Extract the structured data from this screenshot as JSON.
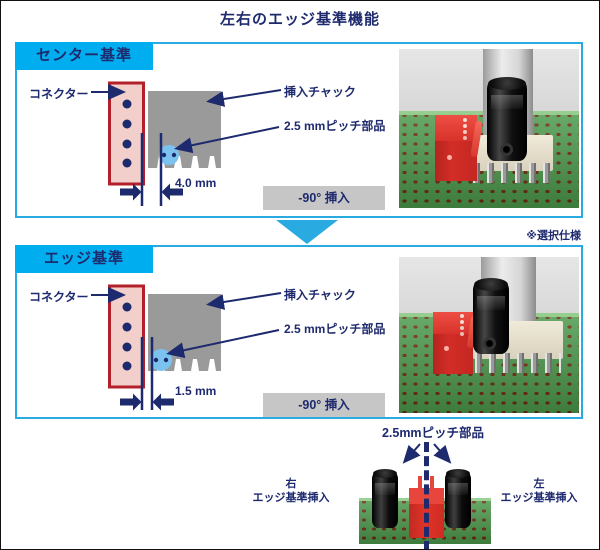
{
  "title": "左右のエッジ基準機能",
  "note": "※選択仕様",
  "panels": {
    "center": {
      "header": "センター基準",
      "connector_label": "コネクター",
      "chuck_label": "挿入チャック",
      "pitch_label": "2.5 mmピッチ部品",
      "dimension": "4.0 mm",
      "insertion_label": "-90°  挿入"
    },
    "edge": {
      "header": "エッジ基準",
      "connector_label": "コネクター",
      "chuck_label": "挿入チャック",
      "pitch_label": "2.5 mmピッチ部品",
      "dimension": "1.5 mm",
      "insertion_label": "-90°  挿入"
    }
  },
  "bottom": {
    "pitch_label": "2.5mmピッチ部品",
    "right_line1": "右",
    "right_line2": "エッジ基準挿入",
    "left_line1": "左",
    "left_line2": "エッジ基準挿入"
  },
  "colors": {
    "navy": "#1e2a6e",
    "cyan": "#00aeef",
    "triangle": "#29abe2",
    "panel-border": "#29abe2",
    "chuck-gray": "#9a9a9a",
    "badge-gray": "#c6c6c6",
    "conn-pink": "#f2cfca",
    "conn-red": "#b3202a",
    "circle-blue": "#7cc2ee",
    "board-green": "#4d9a4d"
  }
}
